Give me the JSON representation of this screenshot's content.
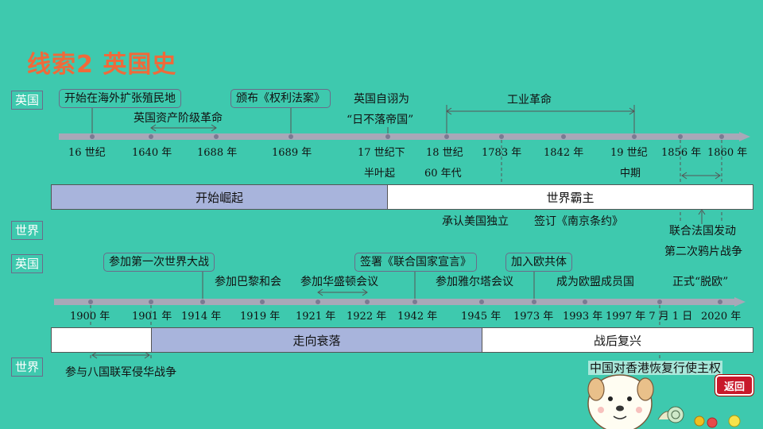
{
  "title": "线索2  英国史",
  "colors": {
    "background": "#3ec9ae",
    "title": "#ef6a3a",
    "rise_segment": "#a8b4dc",
    "decline_segment": "#a8b4dc",
    "other_segment": "#ffffff",
    "back_button": "#c8182a"
  },
  "row_labels": {
    "uk_top": "英国",
    "world_top": "世界",
    "uk_bottom": "英国",
    "world_bottom": "世界"
  },
  "top": {
    "boxes": [
      "开始在海外扩张殖民地",
      "颁布《权利法案》"
    ],
    "labels": {
      "glorious_rev": "英国资产阶级革命",
      "empire_1": "英国自诩为",
      "empire_2": "“日不落帝国”",
      "industrial": "工业革命"
    },
    "ticks": [
      "16 世纪",
      "1640 年",
      "1688 年",
      "1689 年",
      "17 世纪下",
      "18 世纪",
      "1783 年",
      "1842 年",
      "19 世纪",
      "1856 年",
      "1860 年"
    ],
    "tick_sub": {
      "t17": "半叶起",
      "t18": "60 年代",
      "t19": "中期"
    },
    "segments": [
      "开始崛起",
      "世界霸主"
    ],
    "world_events": {
      "us_indep": "承认美国独立",
      "nanjing": "签订《南京条约》",
      "opium_1": "联合法国发动",
      "opium_2": "第二次鸦片战争"
    }
  },
  "bottom": {
    "boxes": [
      "参加第一次世界大战",
      "签署《联合国家宣言》",
      "加入欧共体"
    ],
    "labels": {
      "paris": "参加巴黎和会",
      "washington": "参加华盛顿会议",
      "yalta": "参加雅尔塔会议",
      "eu": "成为欧盟成员国",
      "brexit": "正式“脱欧”"
    },
    "ticks": [
      "1900 年",
      "1901 年",
      "1914 年",
      "1919 年",
      "1921 年",
      "1922 年",
      "1942 年",
      "1945 年",
      "1973 年",
      "1993 年",
      "1997 年 7 月 1 日",
      "2020 年"
    ],
    "segments": [
      "走向衰落",
      "战后复兴"
    ],
    "world_events": {
      "eight_nation": "参与八国联军侵华战争",
      "hk": "中国对香港恢复行使主权"
    }
  },
  "back_button": "返回"
}
